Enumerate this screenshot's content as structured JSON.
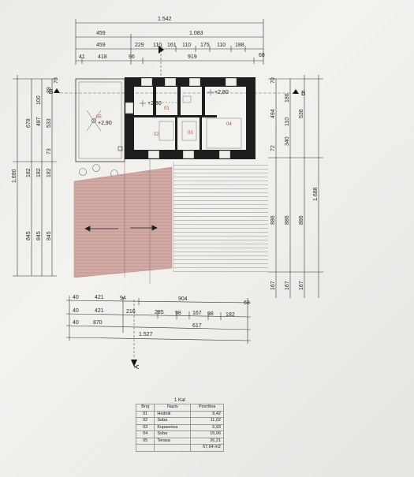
{
  "top_dims": {
    "row1": [
      "1.542"
    ],
    "row2": [
      "459",
      "1.083"
    ],
    "row3": [
      "459",
      "229",
      "110",
      "161",
      "110",
      "175",
      "110",
      "188"
    ],
    "row4": [
      "41",
      "418",
      "96",
      "919",
      "68"
    ]
  },
  "left_dims": [
    "1.690",
    "845",
    "845",
    "845",
    "182",
    "182",
    "182",
    "678",
    "487",
    "533",
    "100",
    "73",
    "89",
    "70"
  ],
  "right_dims": [
    "70",
    "186",
    "110",
    "494",
    "340",
    "536",
    "72",
    "886",
    "886",
    "886",
    "1.688",
    "167",
    "167",
    "167"
  ],
  "bottom_dims": {
    "row1": [
      "40",
      "421",
      "94",
      "904",
      "68"
    ],
    "row2": [
      "40",
      "421",
      "216",
      "285",
      "98",
      "167",
      "98",
      "182"
    ],
    "row3": [
      "40",
      "870",
      "617"
    ],
    "row4": [
      "1.527"
    ]
  },
  "section_labels": {
    "b": "B",
    "a": "A"
  },
  "elevations": [
    "+2,80",
    "+2,80",
    "+2,90"
  ],
  "room_numbers": [
    "01",
    "02",
    "03",
    "04",
    "05"
  ],
  "table": {
    "title": "1 Kat",
    "headers": [
      "Broj",
      "Naziv",
      "Površina"
    ],
    "rows": [
      [
        "01",
        "Hodnik",
        "9,42"
      ],
      [
        "02",
        "Soba",
        "11,02"
      ],
      [
        "03",
        "Kupaonica",
        "5,93"
      ],
      [
        "04",
        "Soba",
        "15,06"
      ],
      [
        "05",
        "Terasa",
        "26,21"
      ]
    ],
    "total": "67,64 m2"
  },
  "colors": {
    "wall": "#1e1e1e",
    "terrace_hatch": "#c79a95",
    "room_label": "#b0553e",
    "line": "#333333"
  }
}
